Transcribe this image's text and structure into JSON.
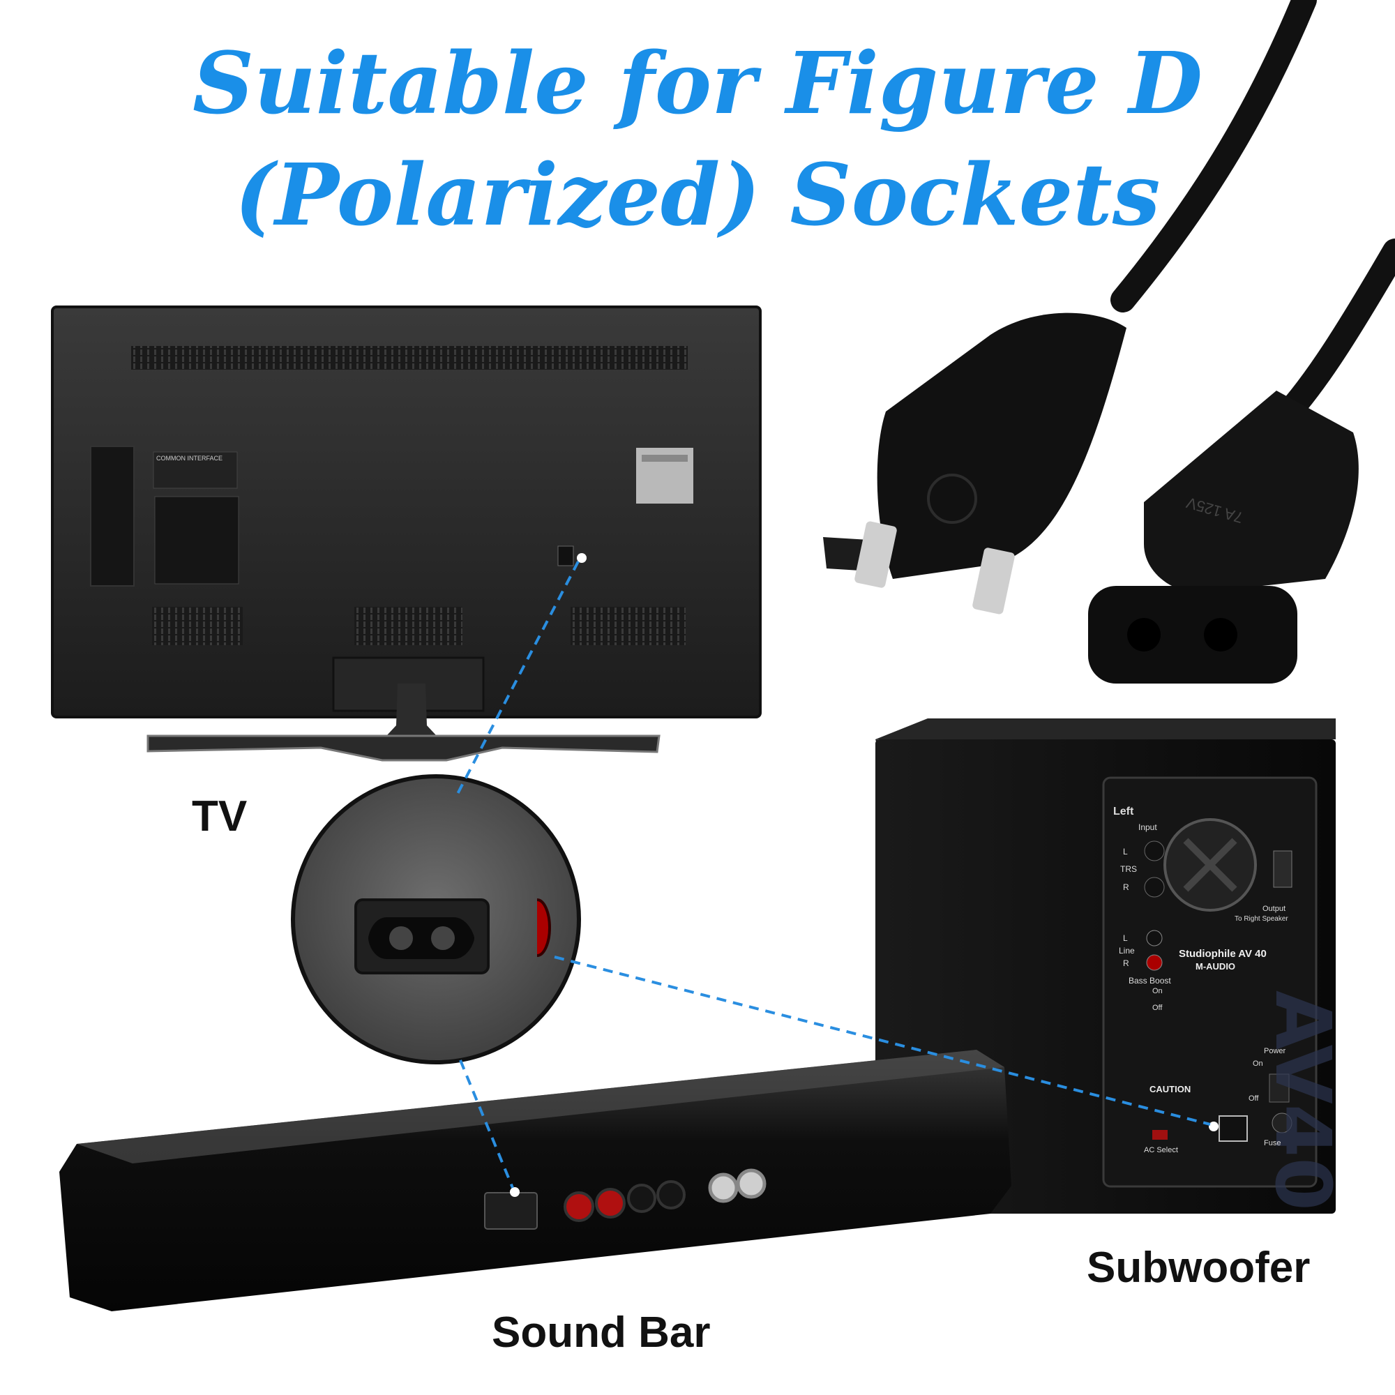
{
  "title": {
    "line1": "Suitable for Figure D",
    "line2": "(Polarized) Sockets"
  },
  "labels": {
    "tv": "TV",
    "subwoofer": "Subwoofer",
    "sound_bar": "Sound Bar"
  },
  "speaker_panel": {
    "left": "Left",
    "input": "Input",
    "trs": "TRS",
    "l": "L",
    "r": "R",
    "line": "Line",
    "bass_boost": "Bass Boost",
    "on": "On",
    "off": "Off",
    "output": "Output",
    "to_right_speaker": "To Right Speaker",
    "model": "Studiophile AV 40",
    "brand": "M-AUDIO",
    "caution": "CAUTION",
    "power": "Power",
    "fuse": "Fuse",
    "ac_select": "AC Select",
    "big_mark": "AV40"
  },
  "tv_panel": {
    "common_interface": "COMMON INTERFACE"
  },
  "cord": {
    "rating": "7A 125V"
  },
  "colors": {
    "title": "#1a8fe8",
    "dash": "#2a8ee0",
    "device_black": "#0d0d0d"
  }
}
